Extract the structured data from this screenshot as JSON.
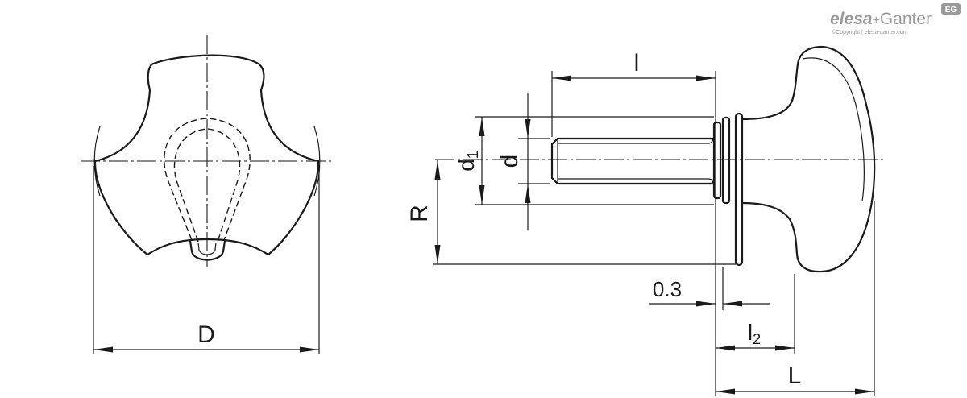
{
  "logo": {
    "brand_bold": "elesa",
    "plus": "+",
    "brand": "Ganter",
    "badge": "EG",
    "copyright": "©Copyright | elesa-ganter.com"
  },
  "dimensions": {
    "D": "D",
    "l": "l",
    "d1": {
      "symbol": "d",
      "sub": "1"
    },
    "d": "d",
    "R": "R",
    "gap": "0.3",
    "l2": {
      "symbol": "l",
      "sub": "2"
    },
    "L": "L"
  },
  "colors": {
    "line": "#1a1a1a",
    "logo": "#9b9b9b"
  }
}
